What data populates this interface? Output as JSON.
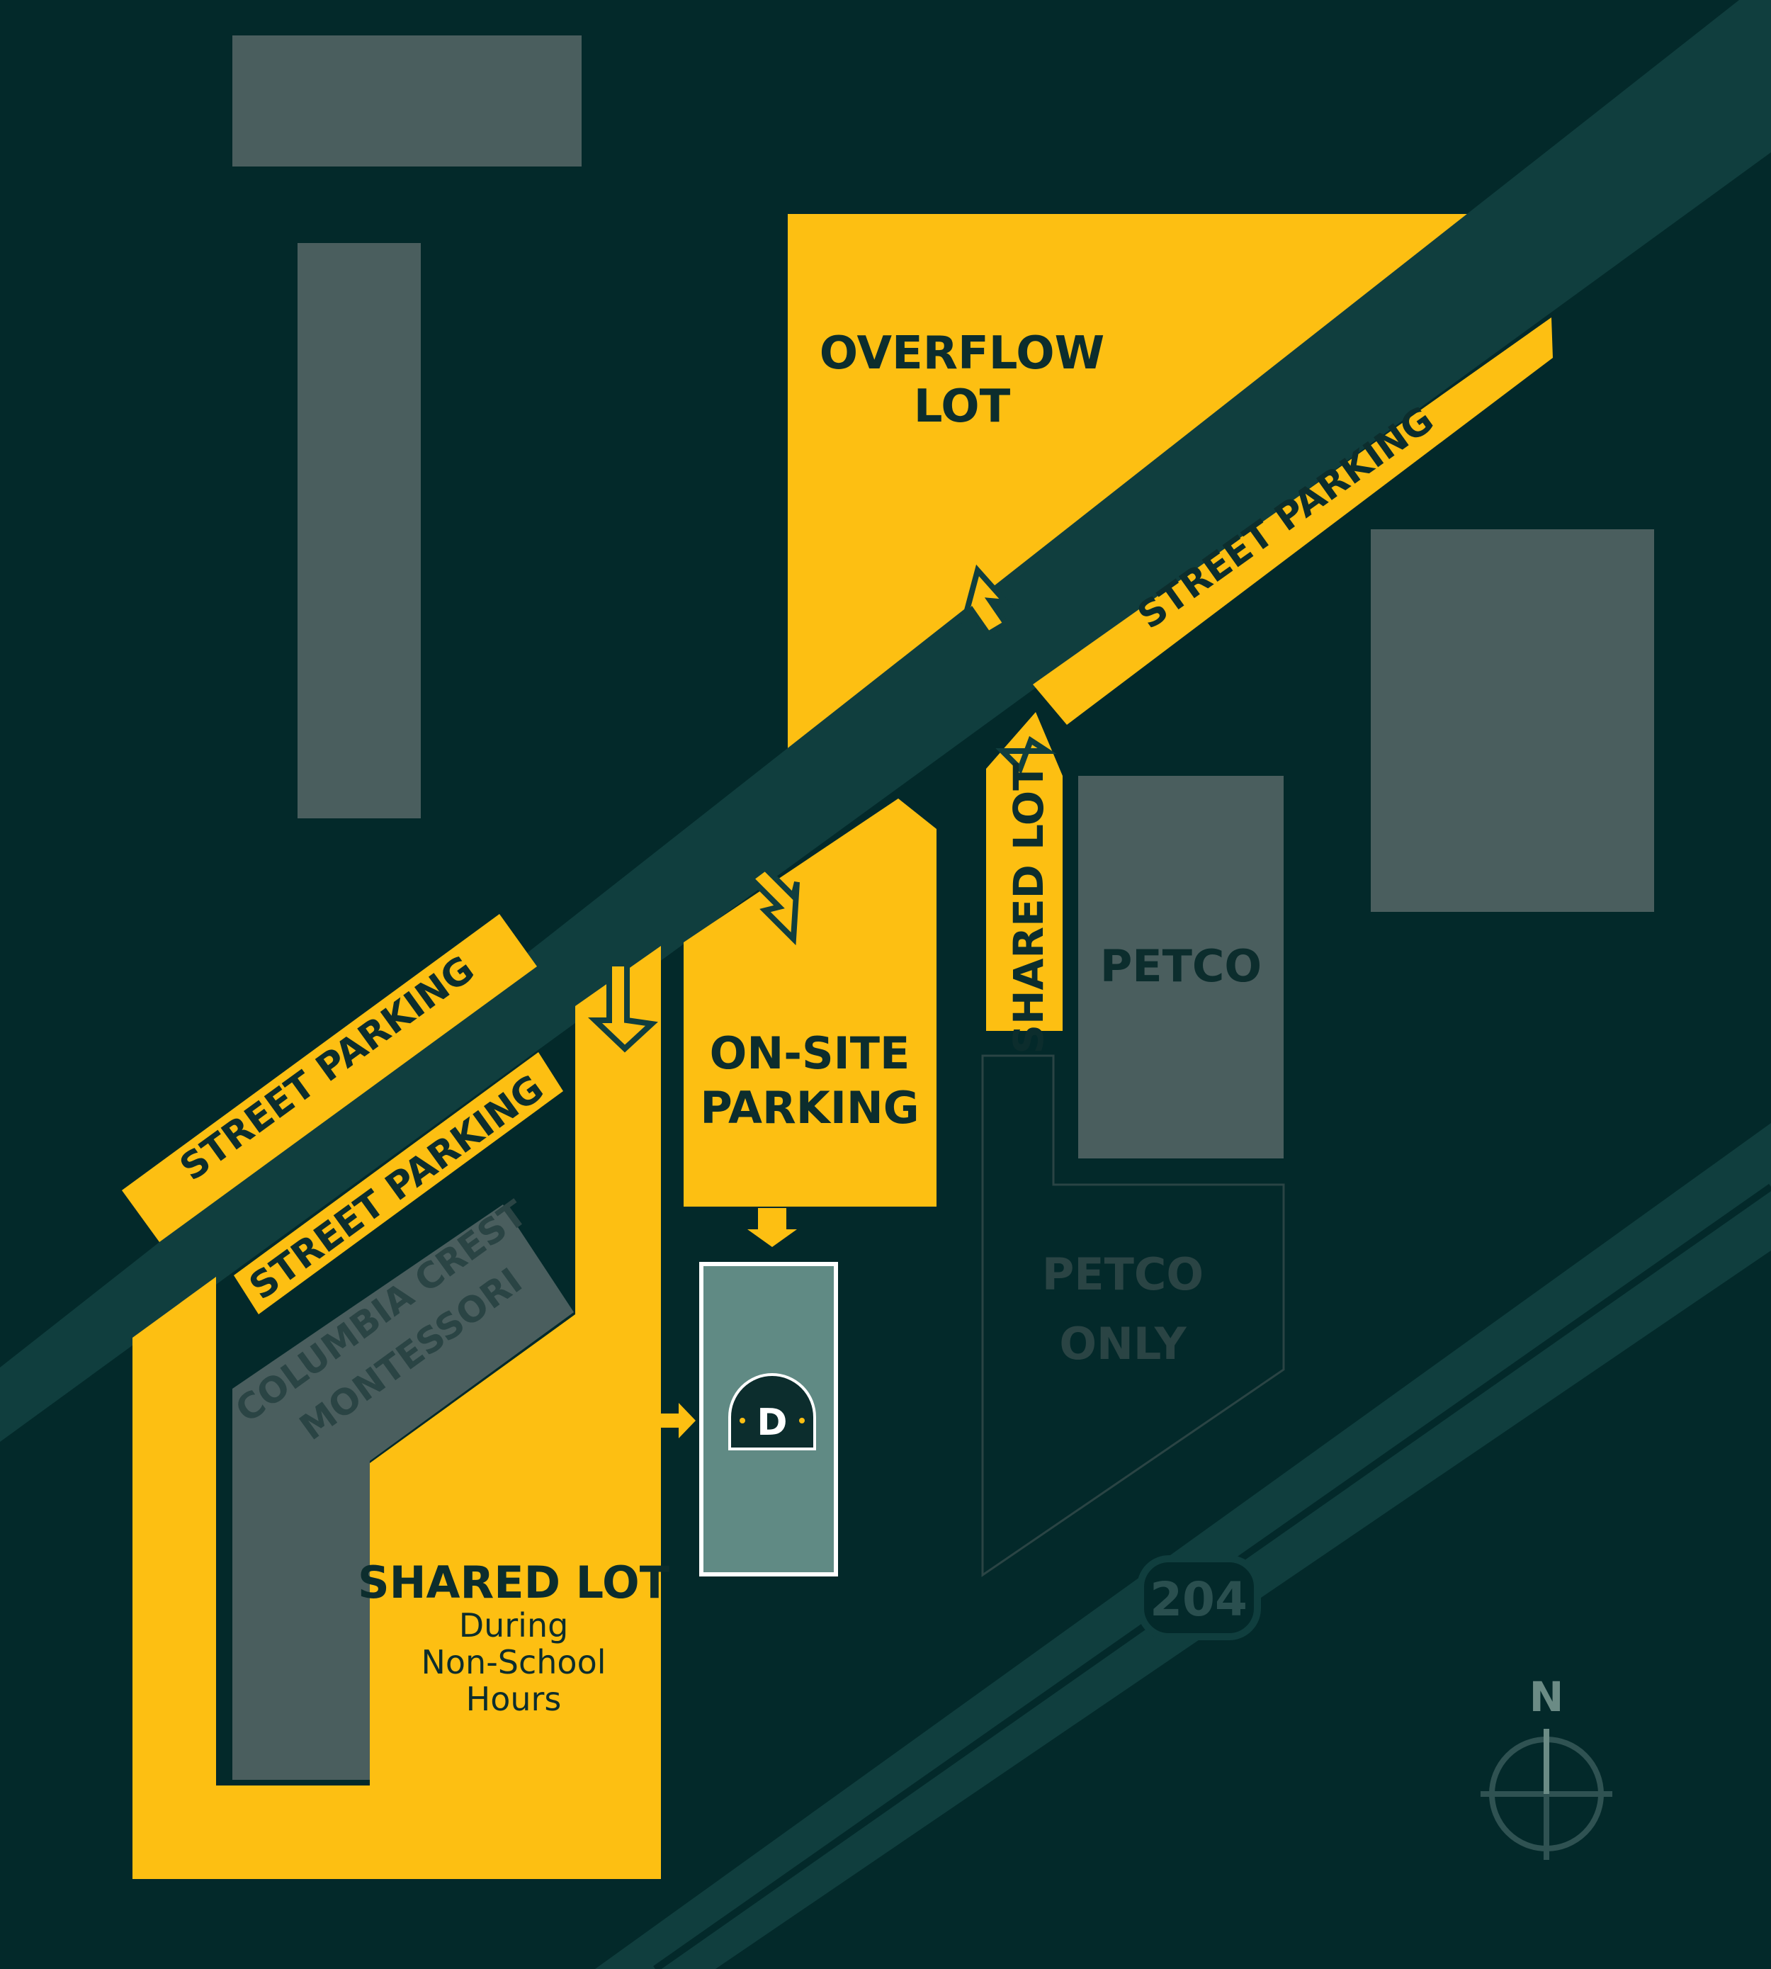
{
  "colors": {
    "background": "#03292a",
    "road": "#103e3e",
    "building": "#4a5e5e",
    "parking": "#fdbf12",
    "text_dark": "#0c2d2d",
    "muted": "#2a4444",
    "venue": "#608a84",
    "venue_border": "#ffffff"
  },
  "labels": {
    "overflow_lot": [
      "OVERFLOW",
      "LOT"
    ],
    "street_parking_ne": "STREET PARKING",
    "street_parking_w1": "STREET PARKING",
    "street_parking_w2": "STREET PARKING",
    "shared_lot_vertical": "SHARED LOT",
    "petco": "PETCO",
    "on_site_parking": [
      "ON-SITE",
      "PARKING"
    ],
    "petco_only": [
      "PETCO",
      "ONLY"
    ],
    "school": [
      "COLUMBIA CREST",
      "MONTESSORI"
    ],
    "shared_lot_title": "SHARED LOT",
    "shared_lot_sub": [
      "During",
      "Non-School",
      "Hours"
    ],
    "route_shield": "204",
    "north": "N",
    "venue_logo_letter": "D"
  },
  "icons": {
    "compass": "compass-crosshair-icon",
    "venue_logo": "arch-logo-icon",
    "arrows": "direction-arrow-icon"
  }
}
